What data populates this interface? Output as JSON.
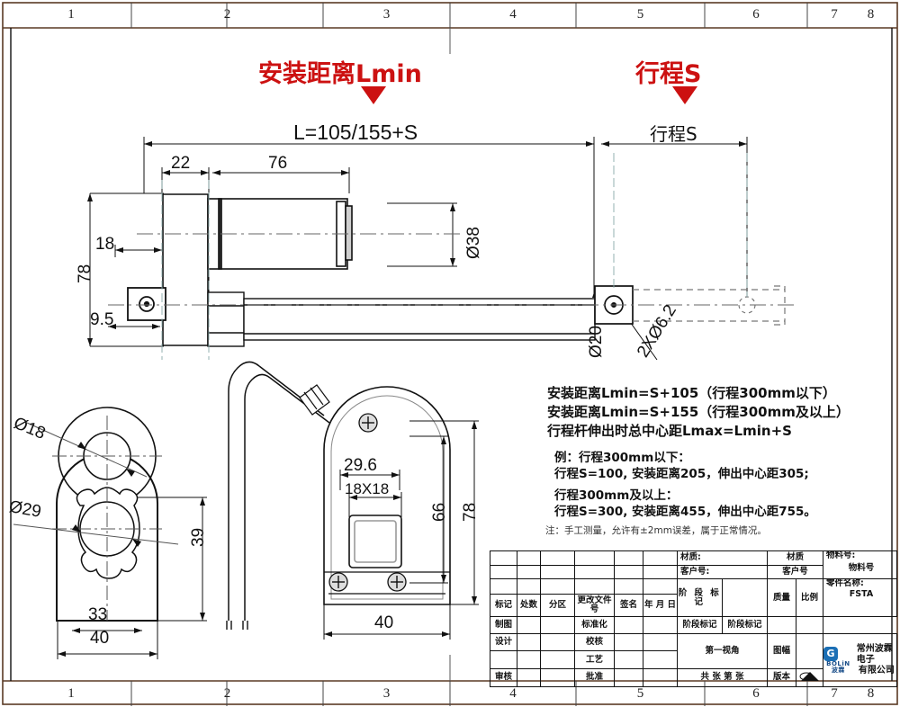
{
  "sheet": {
    "frame_columns": [
      "1",
      "2",
      "3",
      "4",
      "5",
      "6",
      "7",
      "8"
    ],
    "accent_color": "#cc1111",
    "line_color": "#111111"
  },
  "callouts": {
    "install_distance": "安装距离Lmin",
    "stroke": "行程S"
  },
  "main_view": {
    "overall_label": "L=105/155+S",
    "stroke_label": "行程S",
    "dim_22": "22",
    "dim_76": "76",
    "dim_18": "18",
    "dim_78": "78",
    "dim_9_5": "9.5",
    "dia_38": "Ø38",
    "dia_20": "Ø20",
    "holes_2x": "2XØ6.2"
  },
  "bracket_view": {
    "dia_18": "Ø18",
    "dia_29": "Ø29",
    "dim_39": "39",
    "dim_33": "33",
    "dim_40": "40"
  },
  "rear_view": {
    "dim_29_6": "29.6",
    "dim_18x18": "18X18",
    "dim_66": "66",
    "dim_78": "78",
    "dim_40": "40"
  },
  "spec_notes": {
    "lines": [
      "安装距离Lmin=S+105（行程300mm以下）",
      "安装距离Lmin=S+155（行程300mm及以上）",
      "行程杆伸出时总中心距Lmax=Lmin+S"
    ],
    "example_lines": [
      "例：行程300mm以下：",
      "    行程S=100, 安装距离205，伸出中心距305;",
      "",
      "    行程300mm及以上：",
      "    行程S=300, 安装距离455，伸出中心距755。"
    ],
    "footnote": "注：手工测量，允许有±2mm误差，属于正常情况。"
  },
  "title_block": {
    "rev_headers": [
      "标记",
      "处数",
      "分区",
      "更改文件号",
      "签名",
      "年 月 日"
    ],
    "rev_roles_left": [
      "制图",
      "设计",
      "",
      "审核"
    ],
    "rev_roles_mid": [
      "标准化",
      "校核",
      "工艺",
      "批准"
    ],
    "material_label": "材质:",
    "material_value": "材质",
    "customer_label": "客户号:",
    "customer_value": "客户号",
    "stage_header": "阶 段 标 记",
    "mass_header": "质量",
    "scale_header": "比例",
    "stage_value_1": "阶段标记",
    "stage_value_2": "阶段标记",
    "projection": "第一视角",
    "sheet_format": "图幅",
    "sheets_line": "共   张   第   张",
    "version": "版本",
    "material_no_label": "物料号:",
    "material_no_value": "物料号",
    "part_name_label": "零件名称:",
    "part_name_value": "FSTA",
    "logo_letter": "G",
    "logo_name": "BOLiN 波霖",
    "company_line1": "常州波霖电子",
    "company_line2": "有限公司"
  }
}
